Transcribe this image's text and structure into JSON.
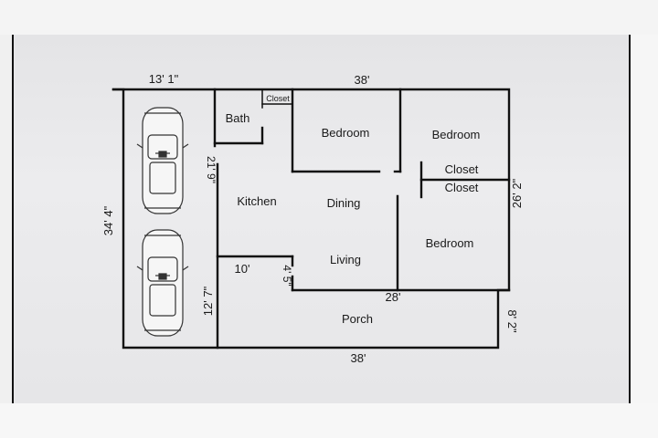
{
  "plan": {
    "rooms": {
      "bath": "Bath",
      "closet_small": "Closet",
      "bedroom_1": "Bedroom",
      "bedroom_2": "Bedroom",
      "bedroom_3": "Bedroom",
      "closet_1": "Closet",
      "closet_2": "Closet",
      "kitchen": "Kitchen",
      "dining": "Dining",
      "living": "Living",
      "porch": "Porch"
    },
    "dimensions": {
      "garage_width": "13' 1\"",
      "top_width": "38'",
      "left_height": "34' 4\"",
      "kitchen_height": "21' 9\"",
      "right_height": "26' 2\"",
      "kitchen_width": "10'",
      "step": "4' 5\"",
      "garage_lower_height": "12' 7\"",
      "porch_width": "28'",
      "porch_height": "8' 2\"",
      "bottom_width": "38'"
    }
  }
}
